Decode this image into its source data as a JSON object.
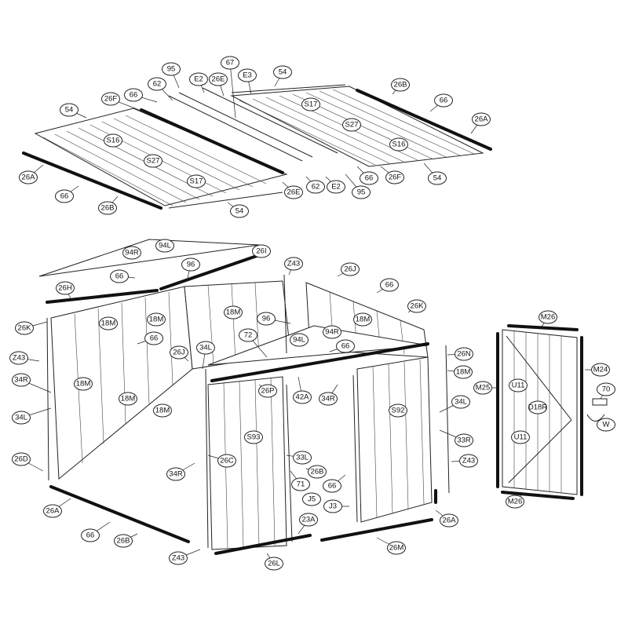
{
  "callouts": {
    "roof_95_top": "95",
    "roof_67": "67",
    "roof_54_top": "54",
    "roof_62_top": "62",
    "roof_e2_top": "E2",
    "roof_26e_top": "26E",
    "roof_e3": "E3",
    "roof_26b_right": "26B",
    "roof_26f_top": "26F",
    "roof_66_top": "66",
    "roof_s17_right": "S17",
    "roof_66_right": "66",
    "roof_54_left": "54",
    "roof_26a_right": "26A",
    "roof_s27_right": "S27",
    "roof_s16_left": "S16",
    "roof_s16_right": "S16",
    "roof_s27_left": "S27",
    "roof_26a_left": "26A",
    "roof_66_mid": "66",
    "roof_26f_bottom": "26F",
    "roof_s17_left": "S17",
    "roof_54_right": "54",
    "roof_66_bl": "66",
    "roof_26e_bottom": "26E",
    "roof_62_bottom": "62",
    "roof_e2_bottom": "E2",
    "roof_95_bottom": "95",
    "roof_26b_left": "26B",
    "roof_54_bottom": "54",
    "gable_94l_back": "94L",
    "gable_26i": "26I",
    "gable_94r_back": "94R",
    "gable_96_back": "96",
    "gable_z43_back": "Z43",
    "gable_26j_back": "26J",
    "gable_66_back": "66",
    "gable_66_right": "66",
    "gable_26h": "26H",
    "gable_26k_right": "26K",
    "wall_18m_back1": "18M",
    "wall_18m_back2": "18M",
    "wall_18m_back3": "18M",
    "wall_96_mid": "96",
    "wall_18m_right_top": "18M",
    "wall_26k_left": "26K",
    "wall_94r_front": "94R",
    "wall_66_left": "66",
    "wall_72": "72",
    "wall_94l_front": "94L",
    "wall_66_front": "66",
    "wall_26j_left": "26J",
    "wall_34l_top": "34L",
    "wall_z43_left": "Z43",
    "wall_26n": "26N",
    "wall_18m_right": "18M",
    "wall_34r_left": "34R",
    "wall_18m_left1": "18M",
    "wall_26p": "26P",
    "wall_42a": "42A",
    "wall_34r_front": "34R",
    "wall_s92": "S92",
    "wall_34l_right": "34L",
    "wall_18m_left2": "18M",
    "wall_18m_left3": "18M",
    "wall_34l_left": "34L",
    "wall_s93": "S93",
    "wall_33r": "33R",
    "wall_26d": "26D",
    "wall_26c": "26C",
    "wall_33l": "33L",
    "wall_z43_right": "Z43",
    "wall_34r_bottom": "34R",
    "wall_26b_front": "26B",
    "wall_66_front2": "66",
    "wall_71": "71",
    "wall_26a_left": "26A",
    "wall_j5": "J5",
    "wall_j3": "J3",
    "wall_66_bottom": "66",
    "wall_23a": "23A",
    "wall_26a_right": "26A",
    "wall_26b_bottom": "26B",
    "wall_26m": "26M",
    "wall_z43_bottom": "Z43",
    "wall_26l": "26L",
    "door_m26_top": "M26",
    "door_m24": "M24",
    "door_70": "70",
    "door_m25": "M25",
    "door_u11_top": "U11",
    "door_d18r": "D18R",
    "door_w": "W",
    "door_u11_bottom": "U11",
    "door_m26_bottom": "M26"
  }
}
